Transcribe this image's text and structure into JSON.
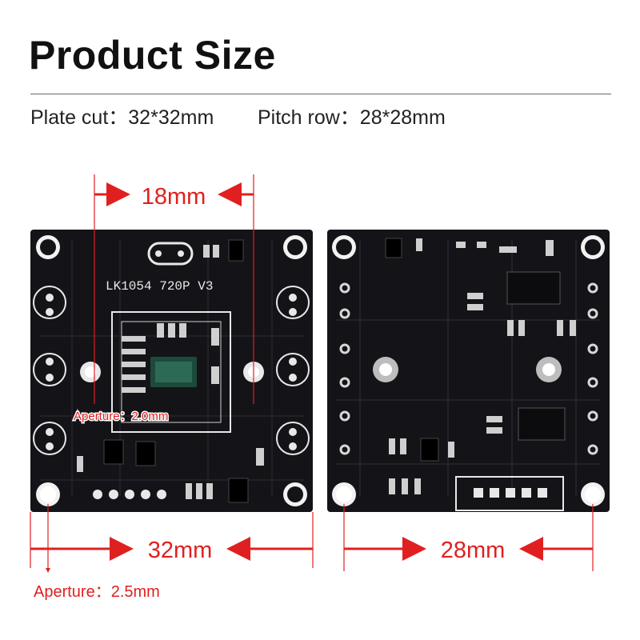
{
  "header": {
    "title": "Product Size",
    "plate_cut": "Plate cut：32*32mm",
    "pitch_row": "Pitch row：28*28mm"
  },
  "front_board": {
    "silkscreen": "LK1054  720P V3",
    "dim_18": "18mm",
    "dim_32": "32mm",
    "aperture_small": "Aperture：2.0mm",
    "aperture_large": "Aperture：2.5mm"
  },
  "back_board": {
    "dim_28": "28mm"
  },
  "colors": {
    "accent": "#e02020",
    "pcb": "#141418",
    "text": "#111111"
  }
}
